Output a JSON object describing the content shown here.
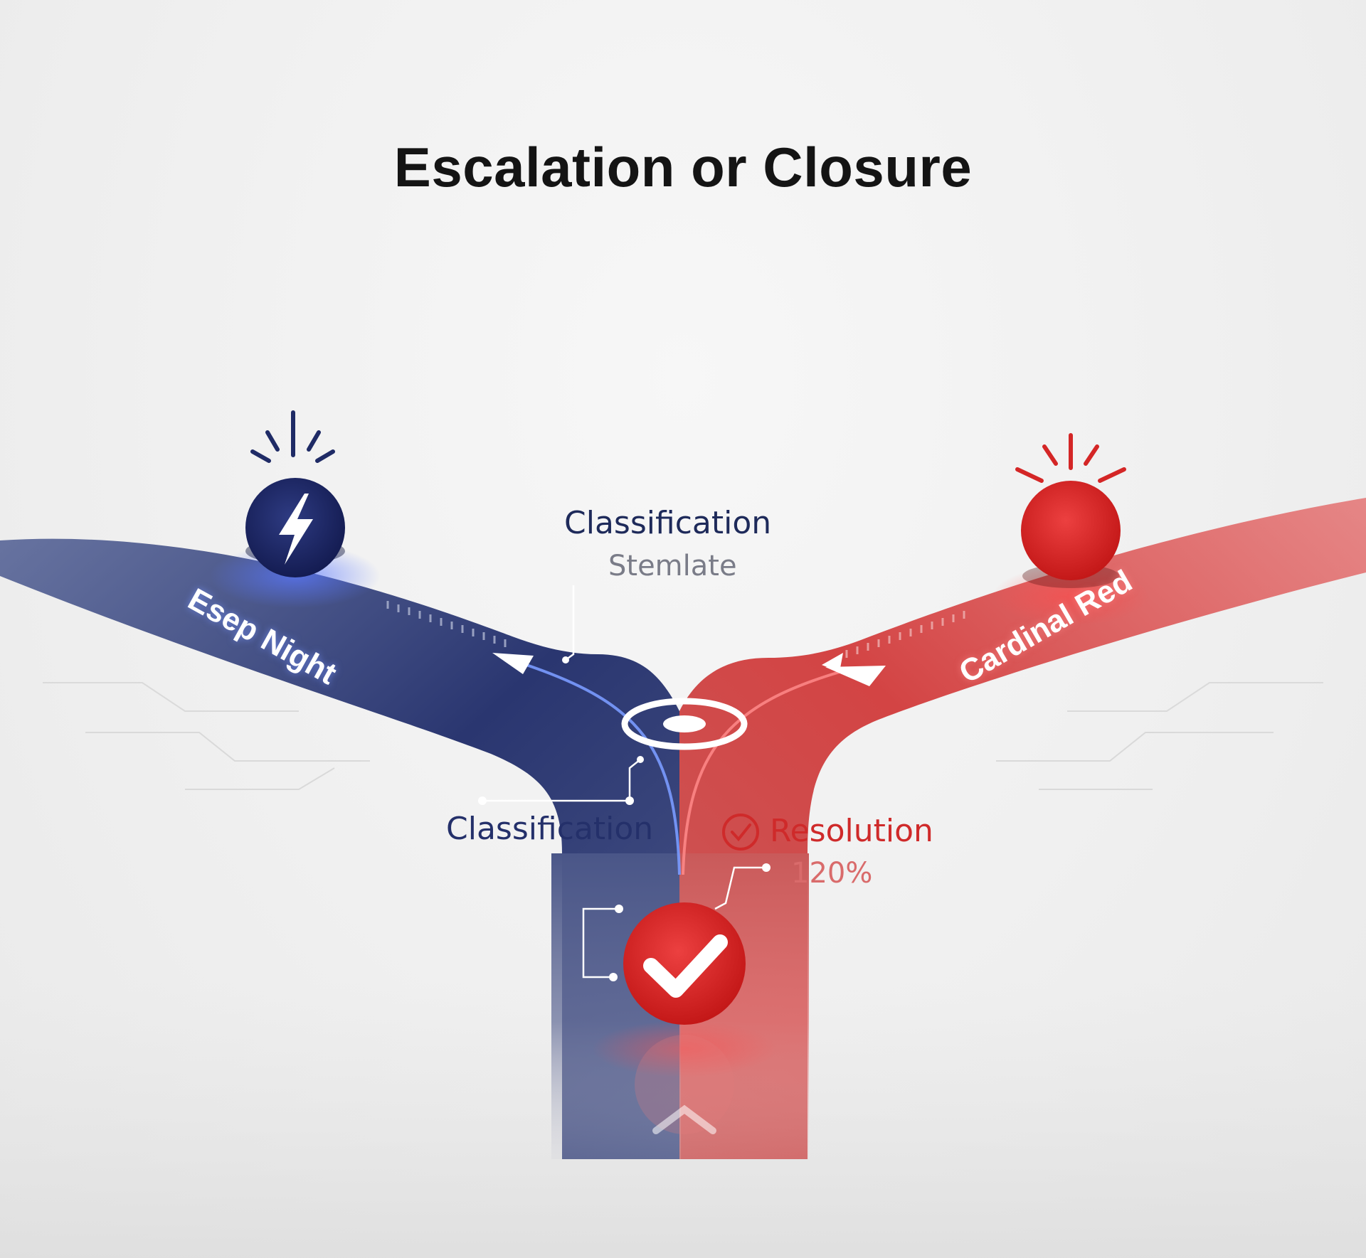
{
  "title": "Escalation or Closure",
  "branches": {
    "left": {
      "name": "Esep Night",
      "color": "#1f2b66",
      "icon": "lightning-bolt-icon"
    },
    "right": {
      "name": "Cardinal Red",
      "color": "#d42626",
      "icon": "alert-light-icon"
    }
  },
  "labels": {
    "top_main": "Classification",
    "top_sub": "Stemlate",
    "middle": "Classification",
    "resolution": "Resolution",
    "resolution_value": "120%"
  },
  "icons": {
    "junction": "target-icon",
    "stem": "checkmark-icon",
    "resolution": "check-circle-icon"
  },
  "colors": {
    "navy": "#1f2b66",
    "red": "#d42626",
    "background": "#efefef"
  }
}
